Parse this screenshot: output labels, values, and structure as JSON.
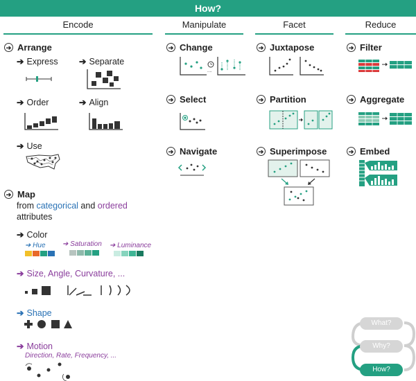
{
  "top_title": "How?",
  "columns": {
    "encode": "Encode",
    "manipulate": "Manipulate",
    "facet": "Facet",
    "reduce": "Reduce"
  },
  "encode": {
    "arrange": "Arrange",
    "express": "Express",
    "separate": "Separate",
    "order": "Order",
    "align": "Align",
    "use": "Use",
    "map": "Map",
    "from": "from",
    "categorical": "categorical",
    "and": "and",
    "ordered": "ordered",
    "attributes": "attributes",
    "color": "Color",
    "hue": "Hue",
    "saturation": "Saturation",
    "luminance": "Luminance",
    "size_angle": "Size, Angle, Curvature, ...",
    "shape": "Shape",
    "motion": "Motion",
    "motion_sub": "Direction, Rate, Frequency, ..."
  },
  "manipulate": {
    "change": "Change",
    "select": "Select",
    "navigate": "Navigate"
  },
  "facet": {
    "juxtapose": "Juxtapose",
    "partition": "Partition",
    "superimpose": "Superimpose"
  },
  "reduce": {
    "filter": "Filter",
    "aggregate": "Aggregate",
    "embed": "Embed"
  },
  "legend": {
    "what": "What?",
    "why": "Why?",
    "how": "How?"
  },
  "colors": {
    "accent": "#24a082",
    "hue": [
      "#f2c029",
      "#e8692a",
      "#24a082",
      "#2a72b5"
    ],
    "saturation": [
      "#b7c4bf",
      "#8fb9ab",
      "#5bb197",
      "#24a082"
    ],
    "luminance": [
      "#c9ece1",
      "#86d4bd",
      "#3fb595",
      "#1a7a5f"
    ]
  }
}
